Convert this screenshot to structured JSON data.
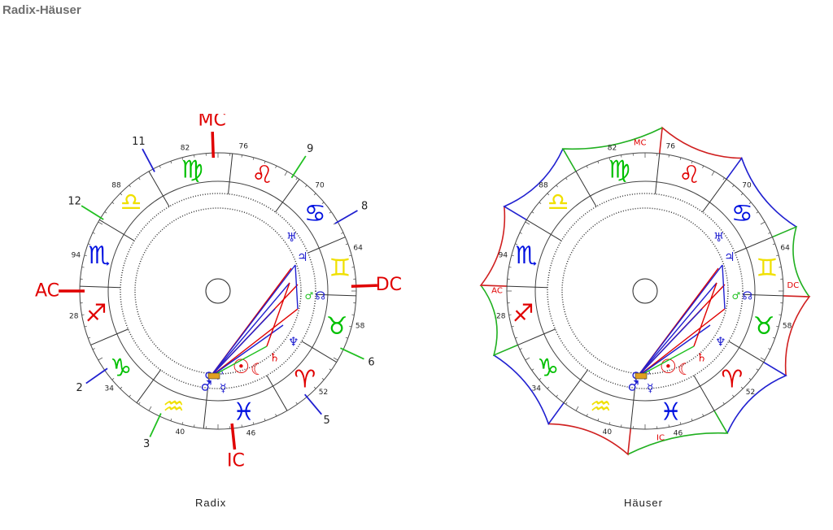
{
  "title": "Radix-Häuser",
  "captions": {
    "radix": "Radix",
    "haeuser": "Häuser"
  },
  "colors": {
    "fire": "#e00000",
    "earth": "#00c000",
    "air": "#f0e000",
    "water": "#0010e0",
    "angle": "#e00000",
    "house_blue": "#2020e0",
    "house_green": "#20c020"
  },
  "signs": [
    {
      "name": "leo",
      "glyph": "♌",
      "element": "fire"
    },
    {
      "name": "cancer",
      "glyph": "♋",
      "element": "water"
    },
    {
      "name": "gemini",
      "glyph": "♊",
      "element": "air"
    },
    {
      "name": "taurus",
      "glyph": "♉",
      "element": "earth"
    },
    {
      "name": "aries",
      "glyph": "♈",
      "element": "fire"
    },
    {
      "name": "pisces",
      "glyph": "♓",
      "element": "water"
    },
    {
      "name": "aquarius",
      "glyph": "♒",
      "element": "air"
    },
    {
      "name": "capricorn",
      "glyph": "♑",
      "element": "earth"
    },
    {
      "name": "sagittarius",
      "glyph": "♐",
      "element": "fire"
    },
    {
      "name": "scorpio",
      "glyph": "♏",
      "element": "water"
    },
    {
      "name": "libra",
      "glyph": "♎",
      "element": "air"
    },
    {
      "name": "virgo",
      "glyph": "♍",
      "element": "earth"
    }
  ],
  "angles": {
    "mc": "MC",
    "ic": "IC",
    "ac": "AC",
    "dc": "DC"
  },
  "house_numbers": [
    "2",
    "3",
    "5",
    "6",
    "8",
    "9",
    "11",
    "12"
  ],
  "degree_labels": [
    "76",
    "70",
    "64",
    "58",
    "52",
    "46",
    "40",
    "34",
    "28",
    "94",
    "88",
    "82"
  ],
  "planets": [
    {
      "name": "uranus",
      "glyph": "♅"
    },
    {
      "name": "jupiter",
      "glyph": "♃"
    },
    {
      "name": "mars-upper",
      "glyph": "♂"
    },
    {
      "name": "node",
      "glyph": "☊"
    },
    {
      "name": "neptune",
      "glyph": "♆"
    },
    {
      "name": "saturn",
      "glyph": "♄"
    },
    {
      "name": "moon",
      "glyph": "☾"
    },
    {
      "name": "sun",
      "glyph": "☉"
    },
    {
      "name": "venus",
      "glyph": "♀"
    },
    {
      "name": "aries-point",
      "glyph": "♈"
    },
    {
      "name": "mars",
      "glyph": "♂"
    },
    {
      "name": "mercury",
      "glyph": "☿"
    }
  ]
}
